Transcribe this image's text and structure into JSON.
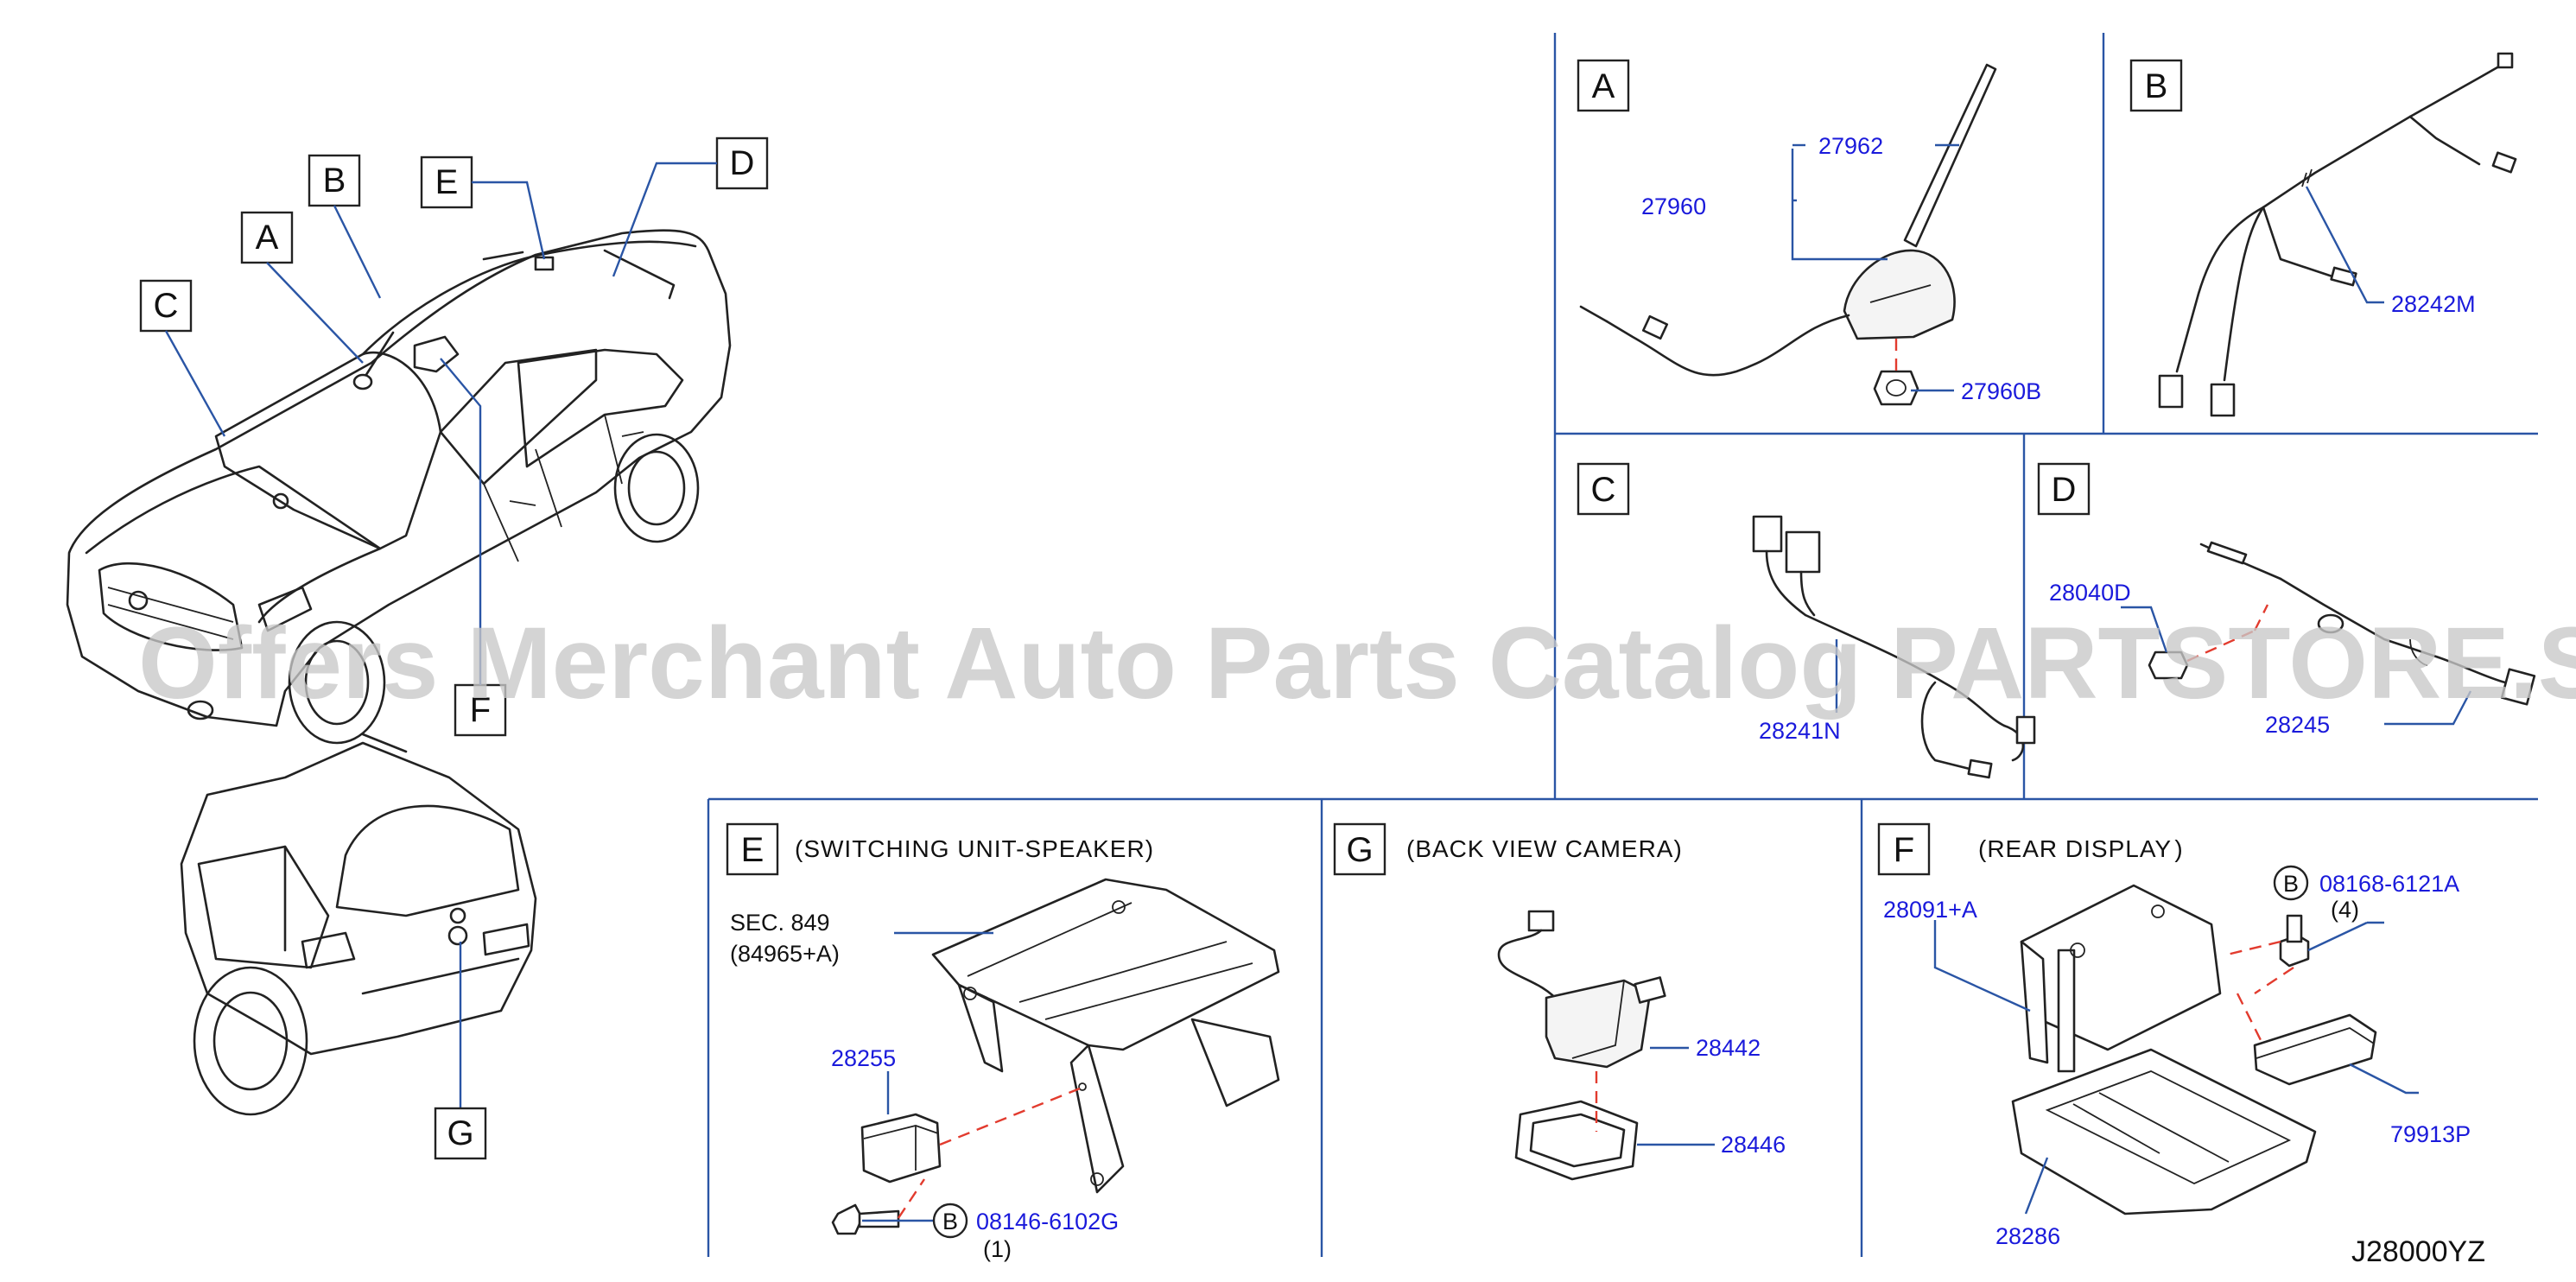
{
  "overview_labels": {
    "A": "A",
    "B": "B",
    "C": "C",
    "D": "D",
    "E": "E",
    "F": "F",
    "G": "G"
  },
  "panels": {
    "A": {
      "letter": "A",
      "parts": {
        "p27962": "27962",
        "p27960": "27960",
        "p27960B": "27960B"
      }
    },
    "B": {
      "letter": "B",
      "parts": {
        "p28242M": "28242M"
      }
    },
    "C": {
      "letter": "C",
      "parts": {
        "p28241N": "28241N"
      }
    },
    "D": {
      "letter": "D",
      "parts": {
        "p28040D": "28040D",
        "p28245": "28245"
      }
    },
    "E": {
      "letter": "E",
      "title": "(SWITCHING   UNIT-SPEAKER)",
      "sec_line1": "SEC.   849",
      "sec_line2": "(84965+A)",
      "parts": {
        "p28255": "28255",
        "bolt": "08146-6102G",
        "bolt_qty": "(1)",
        "bolt_ref": "B"
      }
    },
    "G": {
      "letter": "G",
      "title": "(BACK   VIEW   CAMERA)",
      "parts": {
        "p28442": "28442",
        "p28446": "28446"
      }
    },
    "F": {
      "letter": "F",
      "title": "(REAR   DISPLAY )",
      "parts": {
        "p28091A": "28091+A",
        "bolt": "08168-6121A",
        "bolt_qty": "(4)",
        "bolt_ref": "B",
        "p79913P": "79913P",
        "p28286": "28286"
      }
    }
  },
  "diagram_code": "J28000YZ",
  "watermark": "Offers Merchant Auto Parts Catalog PARTSTORE.SA",
  "colors": {
    "frame": "#2a55a5",
    "part_number": "#1a1adb",
    "dashed_guide": "#e23b2e"
  }
}
